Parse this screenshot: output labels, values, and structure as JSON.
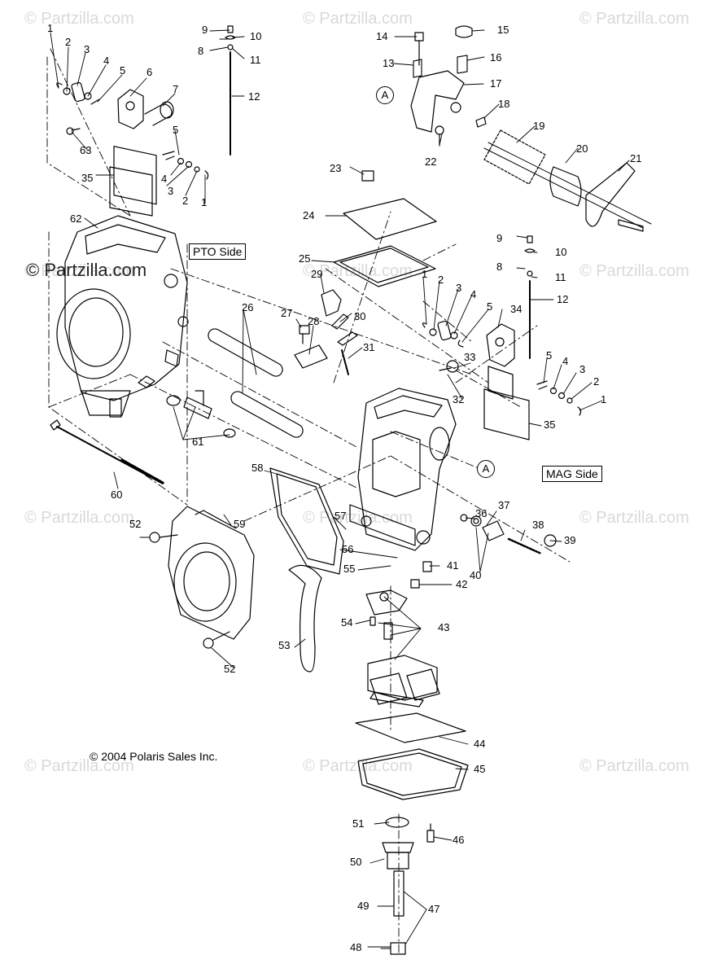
{
  "watermark_text": "© Partzilla.com",
  "brand_text": "© Partzilla.com",
  "copyright": "© 2004 Polaris Sales Inc.",
  "side_labels": {
    "pto": "PTO Side",
    "mag": "MAG Side"
  },
  "callout_marker": "A",
  "part_numbers": [
    "1",
    "2",
    "3",
    "4",
    "5",
    "6",
    "7",
    "8",
    "9",
    "10",
    "11",
    "12",
    "13",
    "14",
    "15",
    "16",
    "17",
    "18",
    "19",
    "20",
    "21",
    "22",
    "23",
    "24",
    "25",
    "26",
    "27",
    "28",
    "29",
    "30",
    "31",
    "32",
    "33",
    "34",
    "35",
    "36",
    "37",
    "38",
    "39",
    "40",
    "41",
    "42",
    "43",
    "44",
    "45",
    "46",
    "47",
    "48",
    "49",
    "50",
    "51",
    "52",
    "53",
    "54",
    "55",
    "56",
    "57",
    "58",
    "59",
    "60",
    "61",
    "62",
    "63"
  ],
  "colors": {
    "line": "#000000",
    "watermark": "#d9d9d9",
    "background": "#ffffff"
  }
}
